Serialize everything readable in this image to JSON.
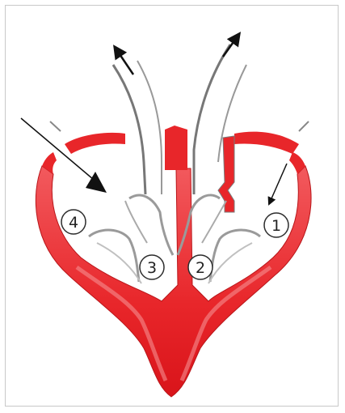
{
  "diagram": {
    "colors": {
      "heart_wall": "#e8262a",
      "heart_wall_light": "#f47a7a",
      "valve": "#b0b0b0",
      "arrow": "#111111",
      "label_circle_stroke": "#2c2c2c"
    },
    "labels": [
      {
        "id": "1",
        "text": "1"
      },
      {
        "id": "2",
        "text": "2"
      },
      {
        "id": "3",
        "text": "3"
      },
      {
        "id": "4",
        "text": "4"
      }
    ]
  }
}
